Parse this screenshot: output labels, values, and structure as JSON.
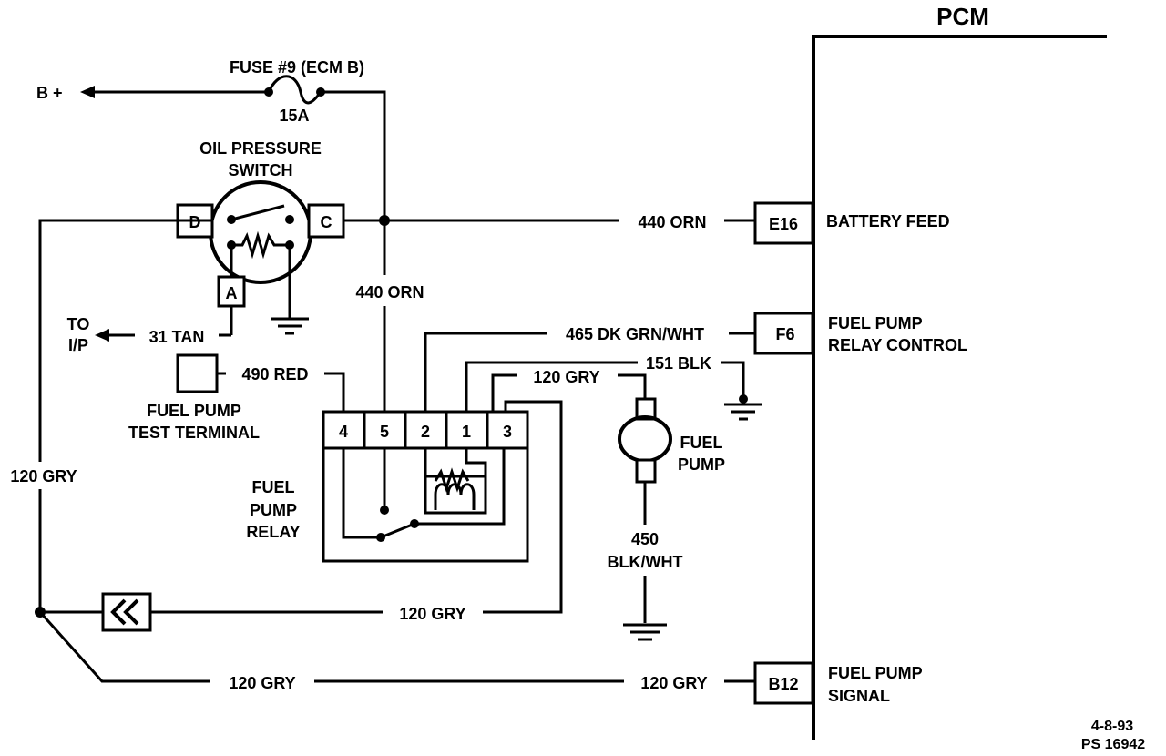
{
  "pcm": {
    "title": "PCM"
  },
  "pcm_terminals": [
    {
      "pin": "E16",
      "label_lines": [
        "BATTERY FEED"
      ]
    },
    {
      "pin": "F6",
      "label_lines": [
        "FUEL PUMP",
        "RELAY CONTROL"
      ]
    },
    {
      "pin": "B12",
      "label_lines": [
        "FUEL PUMP",
        "SIGNAL"
      ]
    }
  ],
  "power": {
    "label": "B +"
  },
  "fuse": {
    "name": "FUSE #9 (ECM B)",
    "rating": "15A"
  },
  "oil_pressure_switch": {
    "title_lines": [
      "OIL PRESSURE",
      "SWITCH"
    ],
    "terminals": [
      "D",
      "C",
      "A"
    ]
  },
  "to_ip": {
    "label_lines": [
      "TO",
      "I/P"
    ]
  },
  "test_terminal": {
    "label_lines": [
      "FUEL PUMP",
      "TEST TERMINAL"
    ]
  },
  "relay": {
    "label_lines": [
      "FUEL",
      "PUMP",
      "RELAY"
    ],
    "pins": [
      "4",
      "5",
      "2",
      "1",
      "3"
    ]
  },
  "fuel_pump": {
    "label_lines": [
      "FUEL",
      "PUMP"
    ]
  },
  "wires": {
    "orn_top": "440 ORN",
    "orn_vertical": "440 ORN",
    "dk_grn_wht": "465 DK GRN/WHT",
    "blk": "151 BLK",
    "gry_relay": "120 GRY",
    "red": "490 RED",
    "tan": "31 TAN",
    "gry_left": "120 GRY",
    "gry_middle": "120 GRY",
    "gry_bottom_left": "120 GRY",
    "gry_bottom_right": "120 GRY",
    "blk_wht_lines": [
      "450",
      "BLK/WHT"
    ]
  },
  "footer": {
    "date": "4-8-93",
    "ref": "PS 16942"
  }
}
